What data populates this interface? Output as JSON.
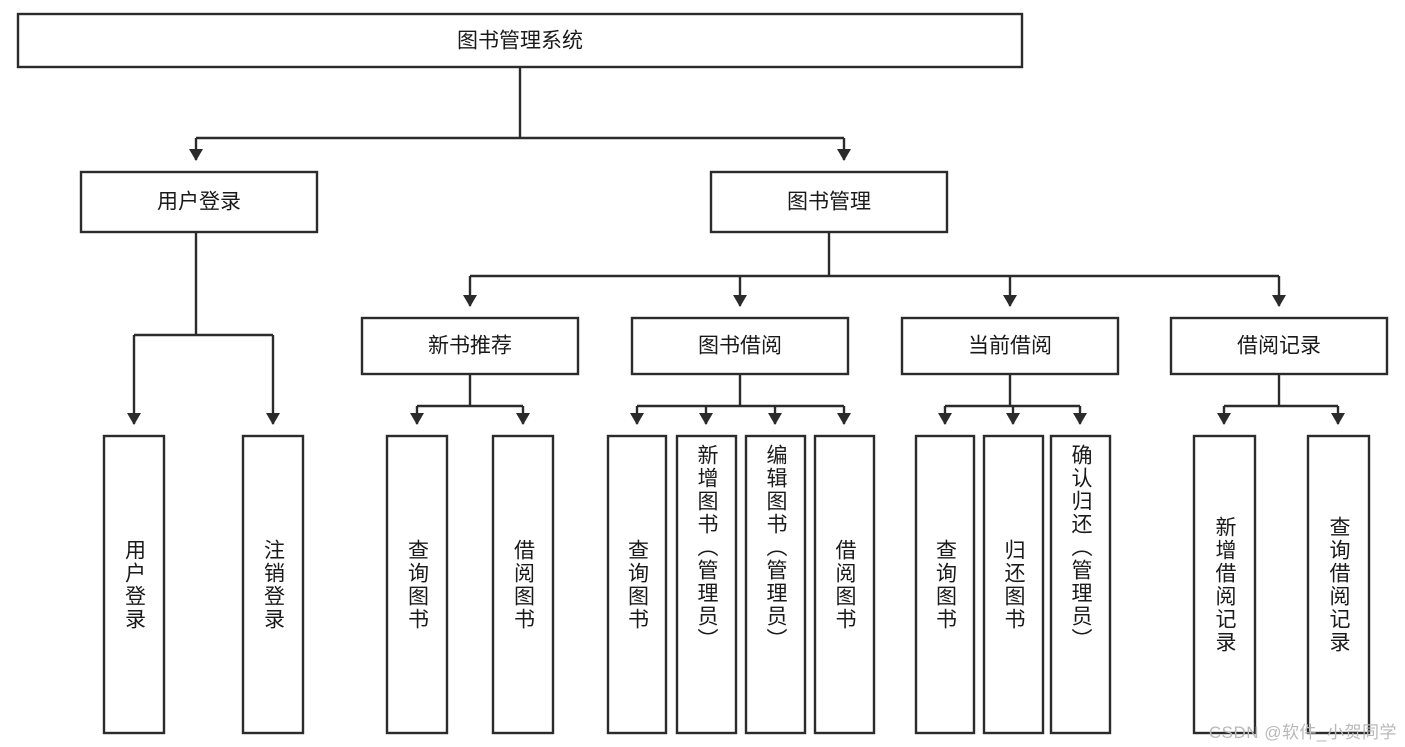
{
  "diagram": {
    "title": "图书管理系统",
    "watermark": "CSDN @软件_小贺同学",
    "root": {
      "label": "图书管理系统"
    },
    "level1": [
      {
        "label": "用户登录"
      },
      {
        "label": "图书管理"
      }
    ],
    "level2": [
      {
        "label": "新书推荐"
      },
      {
        "label": "图书借阅"
      },
      {
        "label": "当前借阅"
      },
      {
        "label": "借阅记录"
      }
    ],
    "leaves": {
      "user_login": [
        {
          "label": "用户登录"
        },
        {
          "label": "注销登录"
        }
      ],
      "new_book_recommend": [
        {
          "label": "查询图书"
        },
        {
          "label": "借阅图书"
        }
      ],
      "book_borrow": [
        {
          "label": "查询图书"
        },
        {
          "label": "新增图书（管理员）"
        },
        {
          "label": "编辑图书（管理员）"
        },
        {
          "label": "借阅图书"
        }
      ],
      "current_borrow": [
        {
          "label": "查询图书"
        },
        {
          "label": "归还图书"
        },
        {
          "label": "确认归还（管理员）"
        }
      ],
      "borrow_record": [
        {
          "label": "新增借阅记录"
        },
        {
          "label": "查询借阅记录"
        }
      ]
    },
    "colors": {
      "stroke": "#2b2b2b",
      "fill": "#ffffff",
      "text": "#1a1a1a",
      "watermark": "#b9b9b9"
    }
  }
}
